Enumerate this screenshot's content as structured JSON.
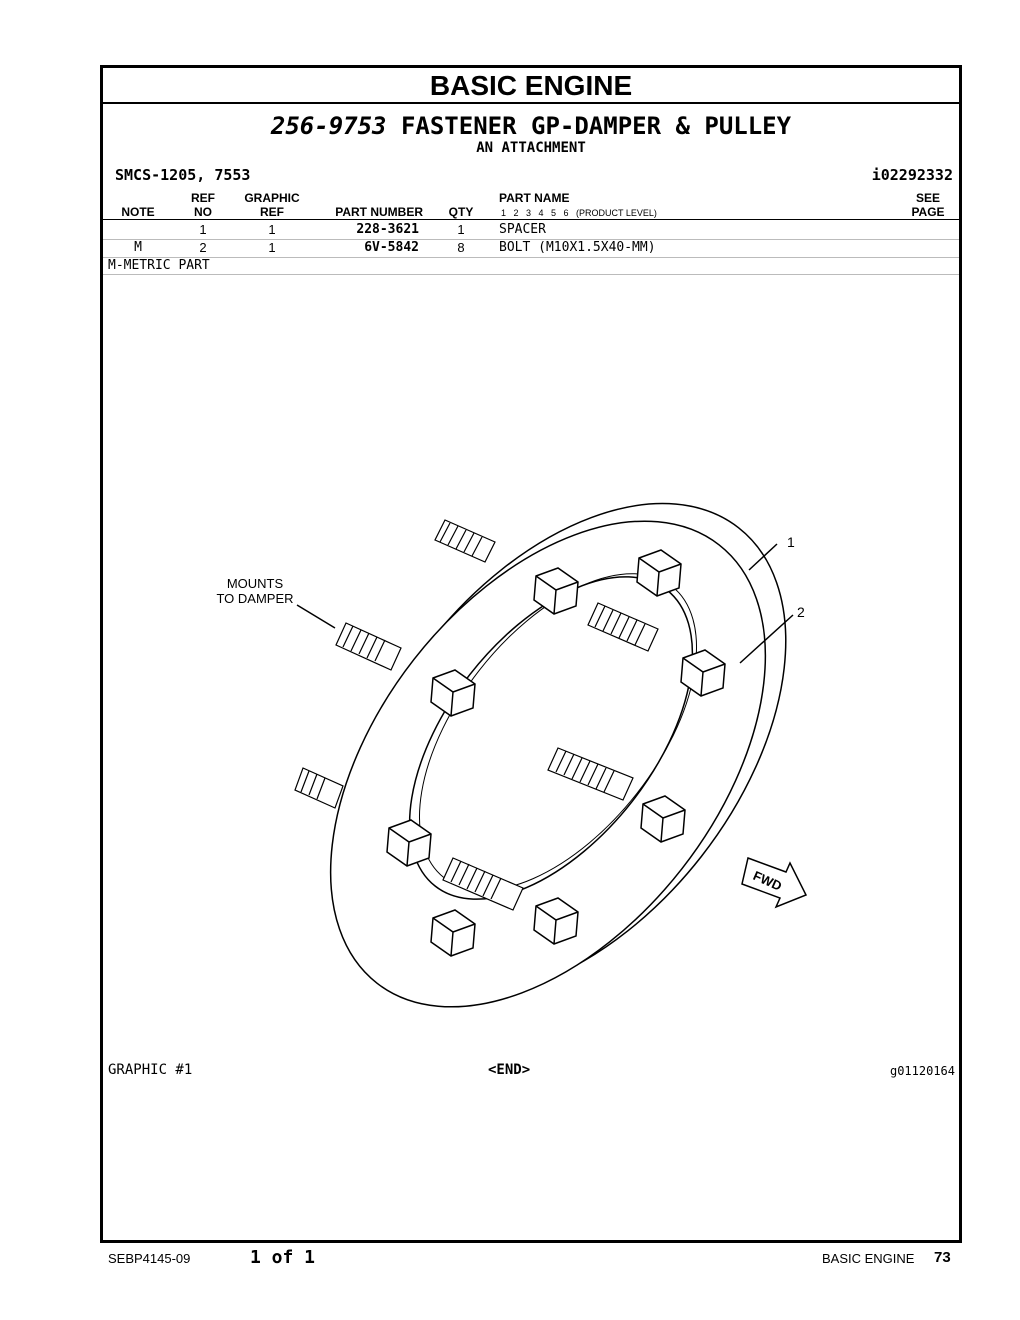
{
  "section_title": "BASIC ENGINE",
  "group": {
    "part_number": "256-9753",
    "name": "FASTENER GP-DAMPER & PULLEY",
    "subtitle": "AN ATTACHMENT"
  },
  "smcs": "SMCS-1205, 7553",
  "illustration_id": "i02292332",
  "table_headers": {
    "note": "NOTE",
    "ref_top": "REF",
    "ref_bottom": "NO",
    "graphic_top": "GRAPHIC",
    "graphic_bottom": "REF",
    "part_number": "PART NUMBER",
    "qty": "QTY",
    "part_name": "PART NAME",
    "product_levels": "1   2   3   4   5   6   (PRODUCT LEVEL)",
    "see_top": "SEE",
    "see_bottom": "PAGE"
  },
  "rows": [
    {
      "note": "",
      "ref_no": "1",
      "graphic_ref": "1",
      "part_number": "228-3621",
      "qty": "1",
      "part_name": "SPACER"
    },
    {
      "note": "M",
      "ref_no": "2",
      "graphic_ref": "1",
      "part_number": "6V-5842",
      "qty": "8",
      "part_name": "BOLT (M10X1.5X40-MM)"
    }
  ],
  "legend_note": "M-METRIC PART",
  "illustration": {
    "label_mounts_1": "MOUNTS",
    "label_mounts_2": "TO DAMPER",
    "callout_1": "1",
    "callout_2": "2",
    "fwd": "FWD"
  },
  "graphic_label": "GRAPHIC #1",
  "end_marker": "<END>",
  "graphic_id": "g01120164",
  "footer": {
    "doc_id": "SEBP4145-09",
    "page_of": "1 of 1",
    "section": "BASIC ENGINE",
    "page_number": "73"
  }
}
